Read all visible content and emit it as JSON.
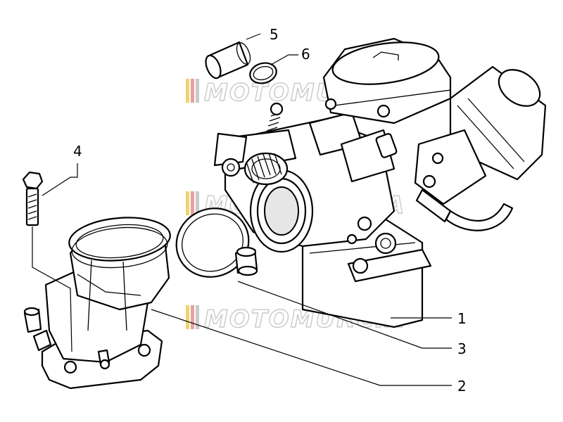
{
  "watermark": {
    "text": "MOTOMURCIA"
  },
  "callouts": [
    {
      "id": "1",
      "label": "1"
    },
    {
      "id": "2",
      "label": "2"
    },
    {
      "id": "3",
      "label": "3"
    },
    {
      "id": "4",
      "label": "4"
    },
    {
      "id": "5",
      "label": "5"
    },
    {
      "id": "6",
      "label": "6"
    }
  ]
}
